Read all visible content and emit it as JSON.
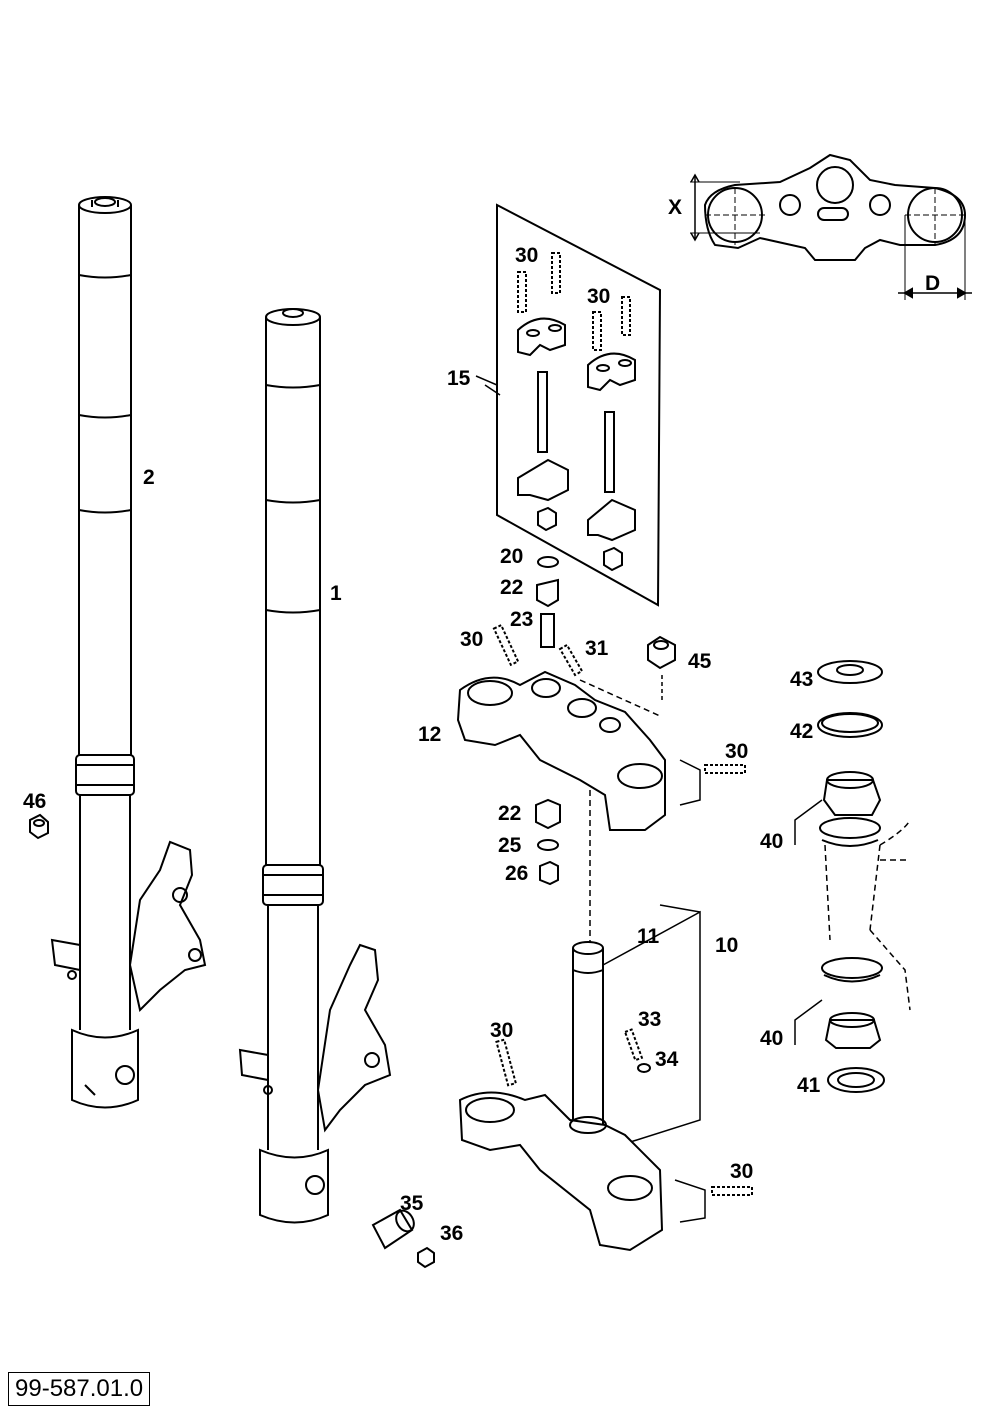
{
  "drawing_number": "99-587.01.0",
  "dimension_labels": {
    "x": "X",
    "d": "D"
  },
  "callouts": {
    "c1": "1",
    "c2": "2",
    "c10": "10",
    "c11": "11",
    "c12": "12",
    "c15": "15",
    "c20": "20",
    "c22a": "22",
    "c22b": "22",
    "c23": "23",
    "c25": "25",
    "c26": "26",
    "c30a": "30",
    "c30b": "30",
    "c30c": "30",
    "c30d": "30",
    "c30e": "30",
    "c30f": "30",
    "c31": "31",
    "c33": "33",
    "c34": "34",
    "c35": "35",
    "c36": "36",
    "c40a": "40",
    "c40b": "40",
    "c41": "41",
    "c42": "42",
    "c43": "43",
    "c45": "45",
    "c46": "46"
  }
}
